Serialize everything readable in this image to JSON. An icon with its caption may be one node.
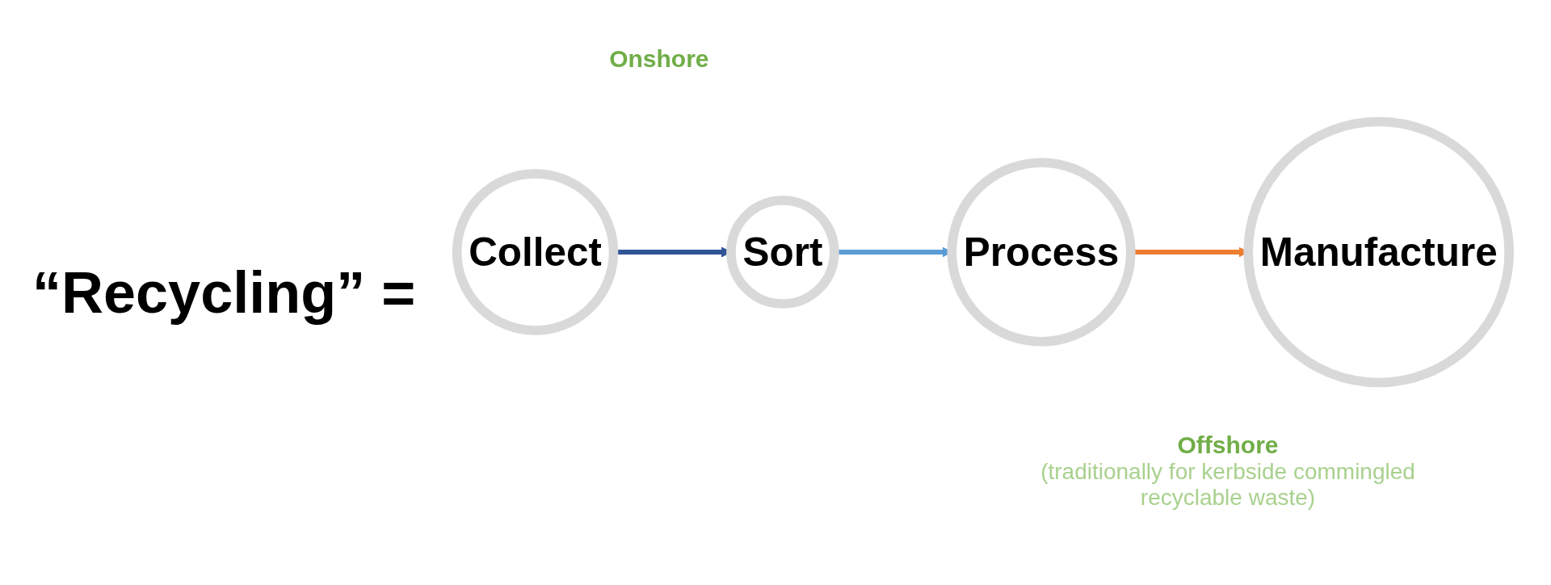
{
  "diagram": {
    "title": "“Recycling” =",
    "nodes": [
      {
        "text": [
          "Collect"
        ]
      },
      {
        "text": [
          "Sort"
        ]
      },
      {
        "text": [
          "Process"
        ]
      },
      {
        "text": [
          "Manufacture"
        ]
      }
    ],
    "edges": [
      {
        "from": 0,
        "to": 1,
        "arrow": "to",
        "color": "#2f5597"
      },
      {
        "from": 1,
        "to": 2,
        "arrow": "to",
        "color": "#5b9bd5"
      },
      {
        "from": 2,
        "to": 3,
        "arrow": "to",
        "color": "#ed7d31"
      }
    ],
    "labels": [
      "Onshore",
      "Offshore",
      "(traditionally for kerbside commingled recyclable waste)"
    ]
  }
}
